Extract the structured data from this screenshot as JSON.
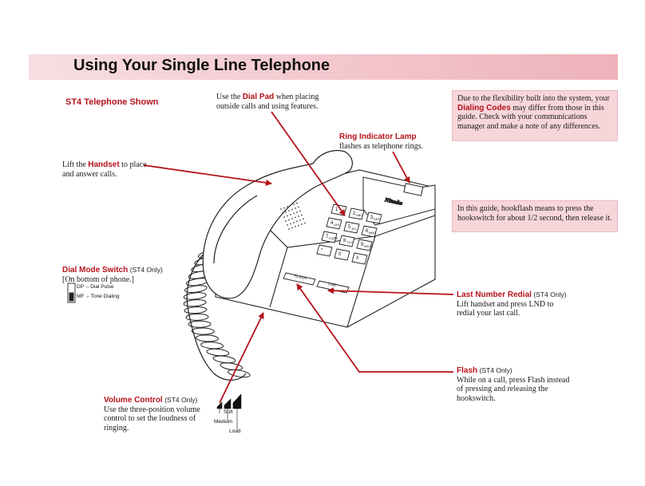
{
  "page": {
    "title": "Using Your Single Line Telephone",
    "model_heading": "ST4 Telephone Shown"
  },
  "dial_pad": {
    "pre": "Use the ",
    "label": "Dial Pad",
    "post": " when placing outside calls and using features."
  },
  "handset": {
    "pre": "Lift the ",
    "label": "Handset",
    "post": " to place and answer calls."
  },
  "ring_lamp": {
    "label": "Ring Indicator Lamp",
    "text": "flashes as telephone rings."
  },
  "dialing_codes_box": {
    "pre": "Due to the flexibility built into the system, your ",
    "label": "Dialing Codes",
    "post": " may differ from those in this guide. Check with your communications manager and make a note of any differences."
  },
  "hookflash_box": {
    "text": "In this guide, hookflash means to press the hookswitch for about 1/2 second, then release it."
  },
  "dial_mode": {
    "label": "Dial Mode Switch",
    "note": "(ST4 Only)",
    "text": "[On bottom of phone.]",
    "dp": "DP",
    "dp_desc": "Dial Pulse",
    "mf": "MF",
    "mf_desc": "Tone Dialing"
  },
  "lnd": {
    "label": "Last Number Redial",
    "note": "(ST4 Only)",
    "text": "Lift handset and press LND to redial your last call."
  },
  "flash": {
    "label": "Flash",
    "note": "(ST4 Only)",
    "text": "While on a call, press Flash instead of pressing and releasing the hookswitch."
  },
  "volume": {
    "label": "Volume Control",
    "note": "(ST4 Only)",
    "text": "Use the three-position volume control to set the loudness of ringing.",
    "soft": "Soft",
    "medium": "Medium",
    "loud": "Loud"
  },
  "phone": {
    "brand": "Nitsuko",
    "flash_key": "FLASH",
    "lnd_key": "LND",
    "keys": [
      "1",
      "2",
      "3",
      "4",
      "5",
      "6",
      "7",
      "8",
      "9",
      "*",
      "0",
      "#"
    ],
    "letters": [
      "",
      "ABC",
      "DEF",
      "GHI",
      "JKL",
      "MNO",
      "PQRS",
      "TUV",
      "WXYZ",
      "",
      "",
      ""
    ]
  },
  "colors": {
    "accent": "#b5121b",
    "banner": "#f3c6cc",
    "box": "#f7d6da"
  }
}
